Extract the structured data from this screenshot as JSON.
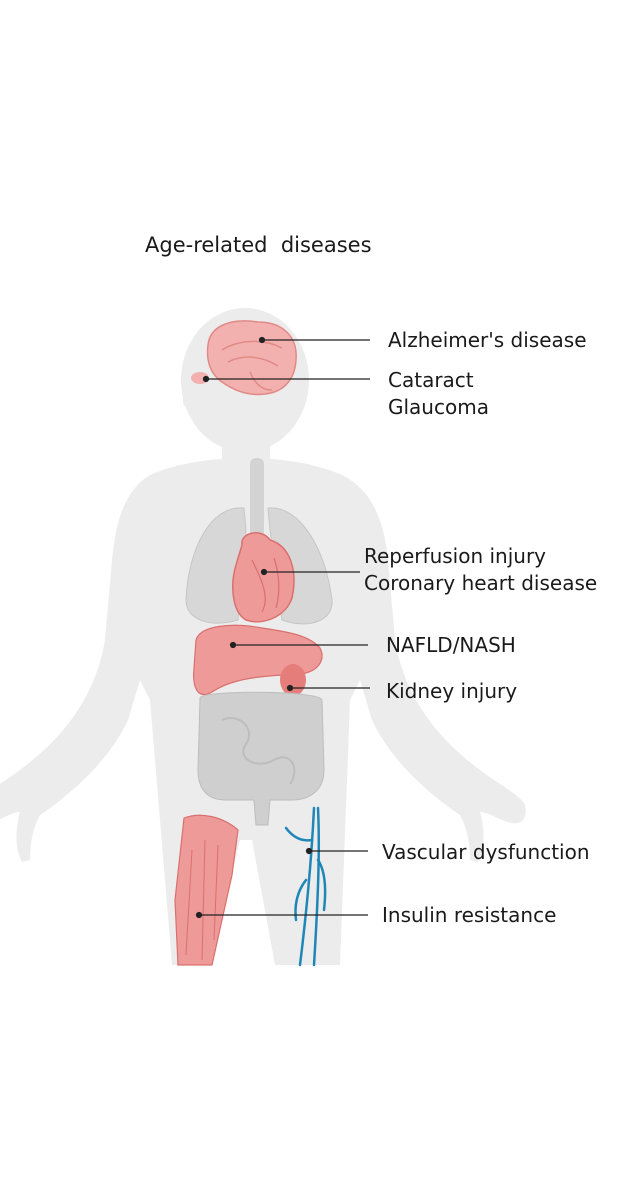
{
  "title": "Age-related  diseases",
  "labels": {
    "alzheimers": "Alzheimer's disease",
    "cataract": "Cataract",
    "glaucoma": "Glaucoma",
    "reperfusion": "Reperfusion injury",
    "coronary": "Coronary heart disease",
    "nafld": "NAFLD/NASH",
    "kidney": "Kidney injury",
    "vascular": "Vascular dysfunction",
    "insulin": "Insulin resistance"
  },
  "colors": {
    "body": "#ececec",
    "organ_grey": "#cfcfcf",
    "organ_red": "#ee9a98",
    "organ_red_dark": "#d9706e",
    "vessel": "#1f86b8",
    "leader": "#222222"
  }
}
